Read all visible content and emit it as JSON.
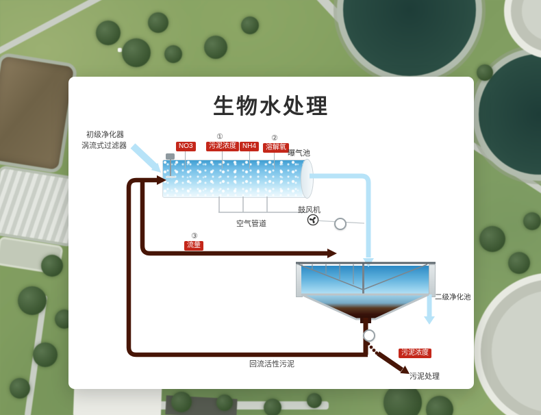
{
  "title": "生物水处理",
  "influent": {
    "line1": "初级净化器",
    "line2": "涡流式过滤器"
  },
  "sensors": {
    "no3": "NO3",
    "marker1": "①",
    "sludge_concentration": "污泥浓度",
    "nh4": "NH4",
    "marker2": "②",
    "dissolved_oxygen": "溶解氧"
  },
  "aeration": {
    "tank_label": "曝气池",
    "blower_label": "鼓风机",
    "air_pipe_label": "空气管道"
  },
  "recycle": {
    "marker3": "③",
    "flow_label": "流量"
  },
  "clarifier": {
    "label": "二级净化池"
  },
  "sludge": {
    "return_label": "回流活性污泥",
    "concentration_label": "污泥浓度",
    "treatment_label": "污泥处理"
  },
  "colors": {
    "badge_red": "#c4271a",
    "pipe_brown": "#471506",
    "water_light_blue": "#b7e3f8",
    "tank_blue": "#3f9ed2"
  }
}
